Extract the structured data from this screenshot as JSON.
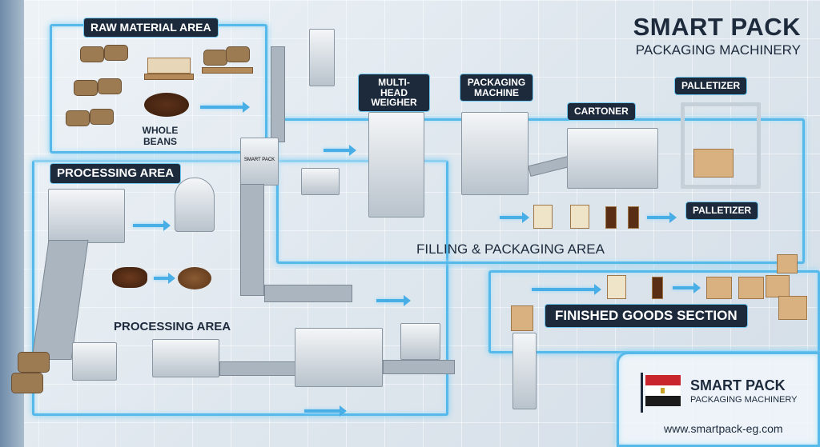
{
  "brand": {
    "title": "SMART PACK",
    "subtitle": "PACKAGING MACHINERY"
  },
  "footer_brand": {
    "title": "SMART PACK",
    "subtitle": "PACKAGING MACHINERY",
    "website": "www.smartpack-eg.com"
  },
  "labels": {
    "raw_material_area": "RAW MATERIAL AREA",
    "whole_beans": "WHOLE BEANS",
    "processing_area_top": "PROCESSING AREA",
    "processing_area_bottom": "PROCESSING AREA",
    "multi_head_weigher": "MULTI-HEAD WEIGHER",
    "packaging_machine": "PACKAGING MACHINE",
    "cartoner": "CARTONER",
    "palletizer_top": "PALLETIZER",
    "palletizer_side": "PALLETIZER",
    "filling_packaging_area": "FILLING & PACKAGING AREA",
    "finished_goods_section": "FINISHED GOODS SECTION",
    "machine_tag": "SMART PACK"
  },
  "colors": {
    "accent": "#56b9ea",
    "label_bg": "#1c2a3c",
    "flag_red": "#c8262c",
    "flag_black": "#1b1b1b"
  }
}
